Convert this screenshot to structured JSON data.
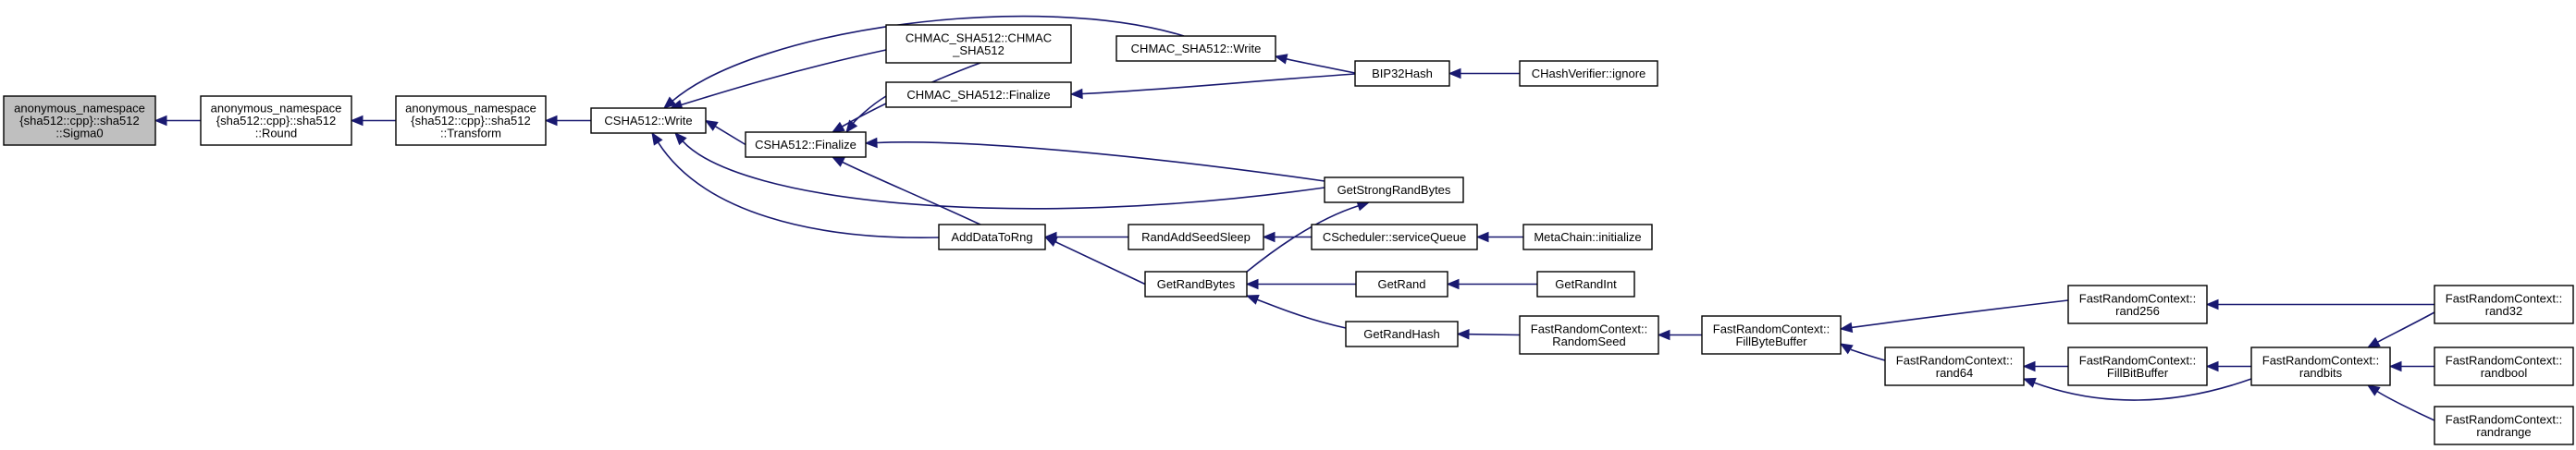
{
  "diagram": {
    "type": "call-graph",
    "colors": {
      "edge": "#191970",
      "root_fill": "#bfbfbf",
      "node_fill": "#ffffff",
      "node_border": "#000000"
    },
    "nodes": [
      {
        "id": "sigma0",
        "lines": [
          "anonymous_namespace",
          "{sha512::cpp}::sha512",
          "::Sigma0"
        ],
        "root": true
      },
      {
        "id": "round",
        "lines": [
          "anonymous_namespace",
          "{sha512::cpp}::sha512",
          "::Round"
        ]
      },
      {
        "id": "transform",
        "lines": [
          "anonymous_namespace",
          "{sha512::cpp}::sha512",
          "::Transform"
        ]
      },
      {
        "id": "csha512write",
        "lines": [
          "CSHA512::Write"
        ]
      },
      {
        "id": "csha512finalize",
        "lines": [
          "CSHA512::Finalize"
        ]
      },
      {
        "id": "hmacctor",
        "lines": [
          "CHMAC_SHA512::CHMAC",
          "_SHA512"
        ]
      },
      {
        "id": "hmacfinalize",
        "lines": [
          "CHMAC_SHA512::Finalize"
        ]
      },
      {
        "id": "hmacwrite",
        "lines": [
          "CHMAC_SHA512::Write"
        ]
      },
      {
        "id": "bip32hash",
        "lines": [
          "BIP32Hash"
        ]
      },
      {
        "id": "hashverifier",
        "lines": [
          "CHashVerifier::ignore"
        ]
      },
      {
        "id": "getstrongrandbytes",
        "lines": [
          "GetStrongRandBytes"
        ]
      },
      {
        "id": "adddatatorng",
        "lines": [
          "AddDataToRng"
        ]
      },
      {
        "id": "randaddseedsleep",
        "lines": [
          "RandAddSeedSleep"
        ]
      },
      {
        "id": "servicequeue",
        "lines": [
          "CScheduler::serviceQueue"
        ]
      },
      {
        "id": "metachain",
        "lines": [
          "MetaChain::initialize"
        ]
      },
      {
        "id": "getrandbytes",
        "lines": [
          "GetRandBytes"
        ]
      },
      {
        "id": "getrand",
        "lines": [
          "GetRand"
        ]
      },
      {
        "id": "getrandint",
        "lines": [
          "GetRandInt"
        ]
      },
      {
        "id": "getrandhash",
        "lines": [
          "GetRandHash"
        ]
      },
      {
        "id": "randomseed",
        "lines": [
          "FastRandomContext::",
          "RandomSeed"
        ]
      },
      {
        "id": "fillbytebuffer",
        "lines": [
          "FastRandomContext::",
          "FillByteBuffer"
        ]
      },
      {
        "id": "rand256",
        "lines": [
          "FastRandomContext::",
          "rand256"
        ]
      },
      {
        "id": "rand64",
        "lines": [
          "FastRandomContext::",
          "rand64"
        ]
      },
      {
        "id": "fillbitbuffer",
        "lines": [
          "FastRandomContext::",
          "FillBitBuffer"
        ]
      },
      {
        "id": "randbits",
        "lines": [
          "FastRandomContext::",
          "randbits"
        ]
      },
      {
        "id": "rand32",
        "lines": [
          "FastRandomContext::",
          "rand32"
        ]
      },
      {
        "id": "randbool",
        "lines": [
          "FastRandomContext::",
          "randbool"
        ]
      },
      {
        "id": "randrange",
        "lines": [
          "FastRandomContext::",
          "randrange"
        ]
      }
    ],
    "edges": [
      {
        "from": "round",
        "to": "sigma0"
      },
      {
        "from": "transform",
        "to": "round"
      },
      {
        "from": "csha512write",
        "to": "transform"
      },
      {
        "from": "csha512finalize",
        "to": "csha512write"
      },
      {
        "from": "hmacctor",
        "to": "csha512write"
      },
      {
        "from": "hmacwrite",
        "to": "csha512write"
      },
      {
        "from": "getstrongrandbytes",
        "to": "csha512write"
      },
      {
        "from": "adddatatorng",
        "to": "csha512write"
      },
      {
        "from": "hmacctor",
        "to": "csha512finalize"
      },
      {
        "from": "hmacfinalize",
        "to": "csha512finalize"
      },
      {
        "from": "getstrongrandbytes",
        "to": "csha512finalize"
      },
      {
        "from": "adddatatorng",
        "to": "csha512finalize"
      },
      {
        "from": "bip32hash",
        "to": "hmacwrite"
      },
      {
        "from": "bip32hash",
        "to": "hmacfinalize"
      },
      {
        "from": "hashverifier",
        "to": "bip32hash"
      },
      {
        "from": "randaddseedsleep",
        "to": "adddatatorng"
      },
      {
        "from": "getrandbytes",
        "to": "adddatatorng"
      },
      {
        "from": "getrandbytes",
        "to": "getstrongrandbytes"
      },
      {
        "from": "servicequeue",
        "to": "randaddseedsleep"
      },
      {
        "from": "metachain",
        "to": "servicequeue"
      },
      {
        "from": "getrand",
        "to": "getrandbytes"
      },
      {
        "from": "getrandhash",
        "to": "getrandbytes"
      },
      {
        "from": "getrandint",
        "to": "getrand"
      },
      {
        "from": "randomseed",
        "to": "getrandhash"
      },
      {
        "from": "fillbytebuffer",
        "to": "randomseed"
      },
      {
        "from": "rand256",
        "to": "fillbytebuffer"
      },
      {
        "from": "rand64",
        "to": "fillbytebuffer"
      },
      {
        "from": "fillbitbuffer",
        "to": "rand64"
      },
      {
        "from": "randbits",
        "to": "fillbitbuffer"
      },
      {
        "from": "randbits",
        "to": "rand64"
      },
      {
        "from": "rand32",
        "to": "rand256"
      },
      {
        "from": "rand32",
        "to": "randbits"
      },
      {
        "from": "randbool",
        "to": "randbits"
      },
      {
        "from": "randrange",
        "to": "randbits"
      }
    ]
  }
}
